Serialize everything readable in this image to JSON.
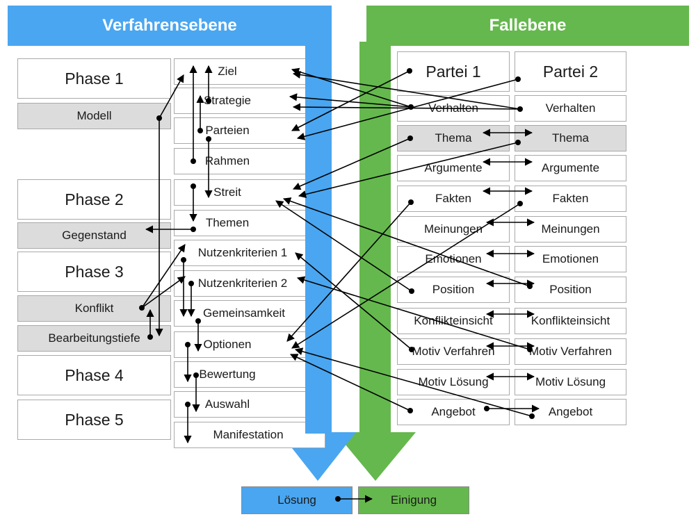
{
  "colors": {
    "verfahren": "#4aa6f0",
    "fall": "#65b84d",
    "line": "#000000",
    "box_border": "#a9a9a9",
    "gray": "#dcdcdc"
  },
  "headers": {
    "verfahren": "Verfahrensebene",
    "fall": "Fallebene"
  },
  "phases": [
    "Phase 1",
    "Modell",
    "Phase 2",
    "Gegenstand",
    "Phase 3",
    "Konflikt",
    "Bearbeitungstiefe",
    "Phase 4",
    "Phase 5"
  ],
  "steps": [
    "Ziel",
    "Strategie",
    "Parteien",
    "Rahmen",
    "Streit",
    "Themen",
    "Nutzenkriterien 1",
    "Nutzenkriterien 2",
    "Gemeinsamkeit",
    "Optionen",
    "Bewertung",
    "Auswahl",
    "Manifestation"
  ],
  "partei1": [
    "Partei 1",
    "Verhalten",
    "Thema",
    "Argumente",
    "Fakten",
    "Meinungen",
    "Emotionen",
    "Position",
    "Konflikteinsicht",
    "Motiv Verfahren",
    "Motiv Lösung",
    "Angebot"
  ],
  "partei2": [
    "Partei 2",
    "Verhalten",
    "Thema",
    "Argumente",
    "Fakten",
    "Meinungen",
    "Emotionen",
    "Position",
    "Konflikteinsicht",
    "Motiv Verfahren",
    "Motiv Lösung",
    "Angebot"
  ],
  "outcomes": {
    "loesung": "Lösung",
    "einigung": "Einigung"
  }
}
